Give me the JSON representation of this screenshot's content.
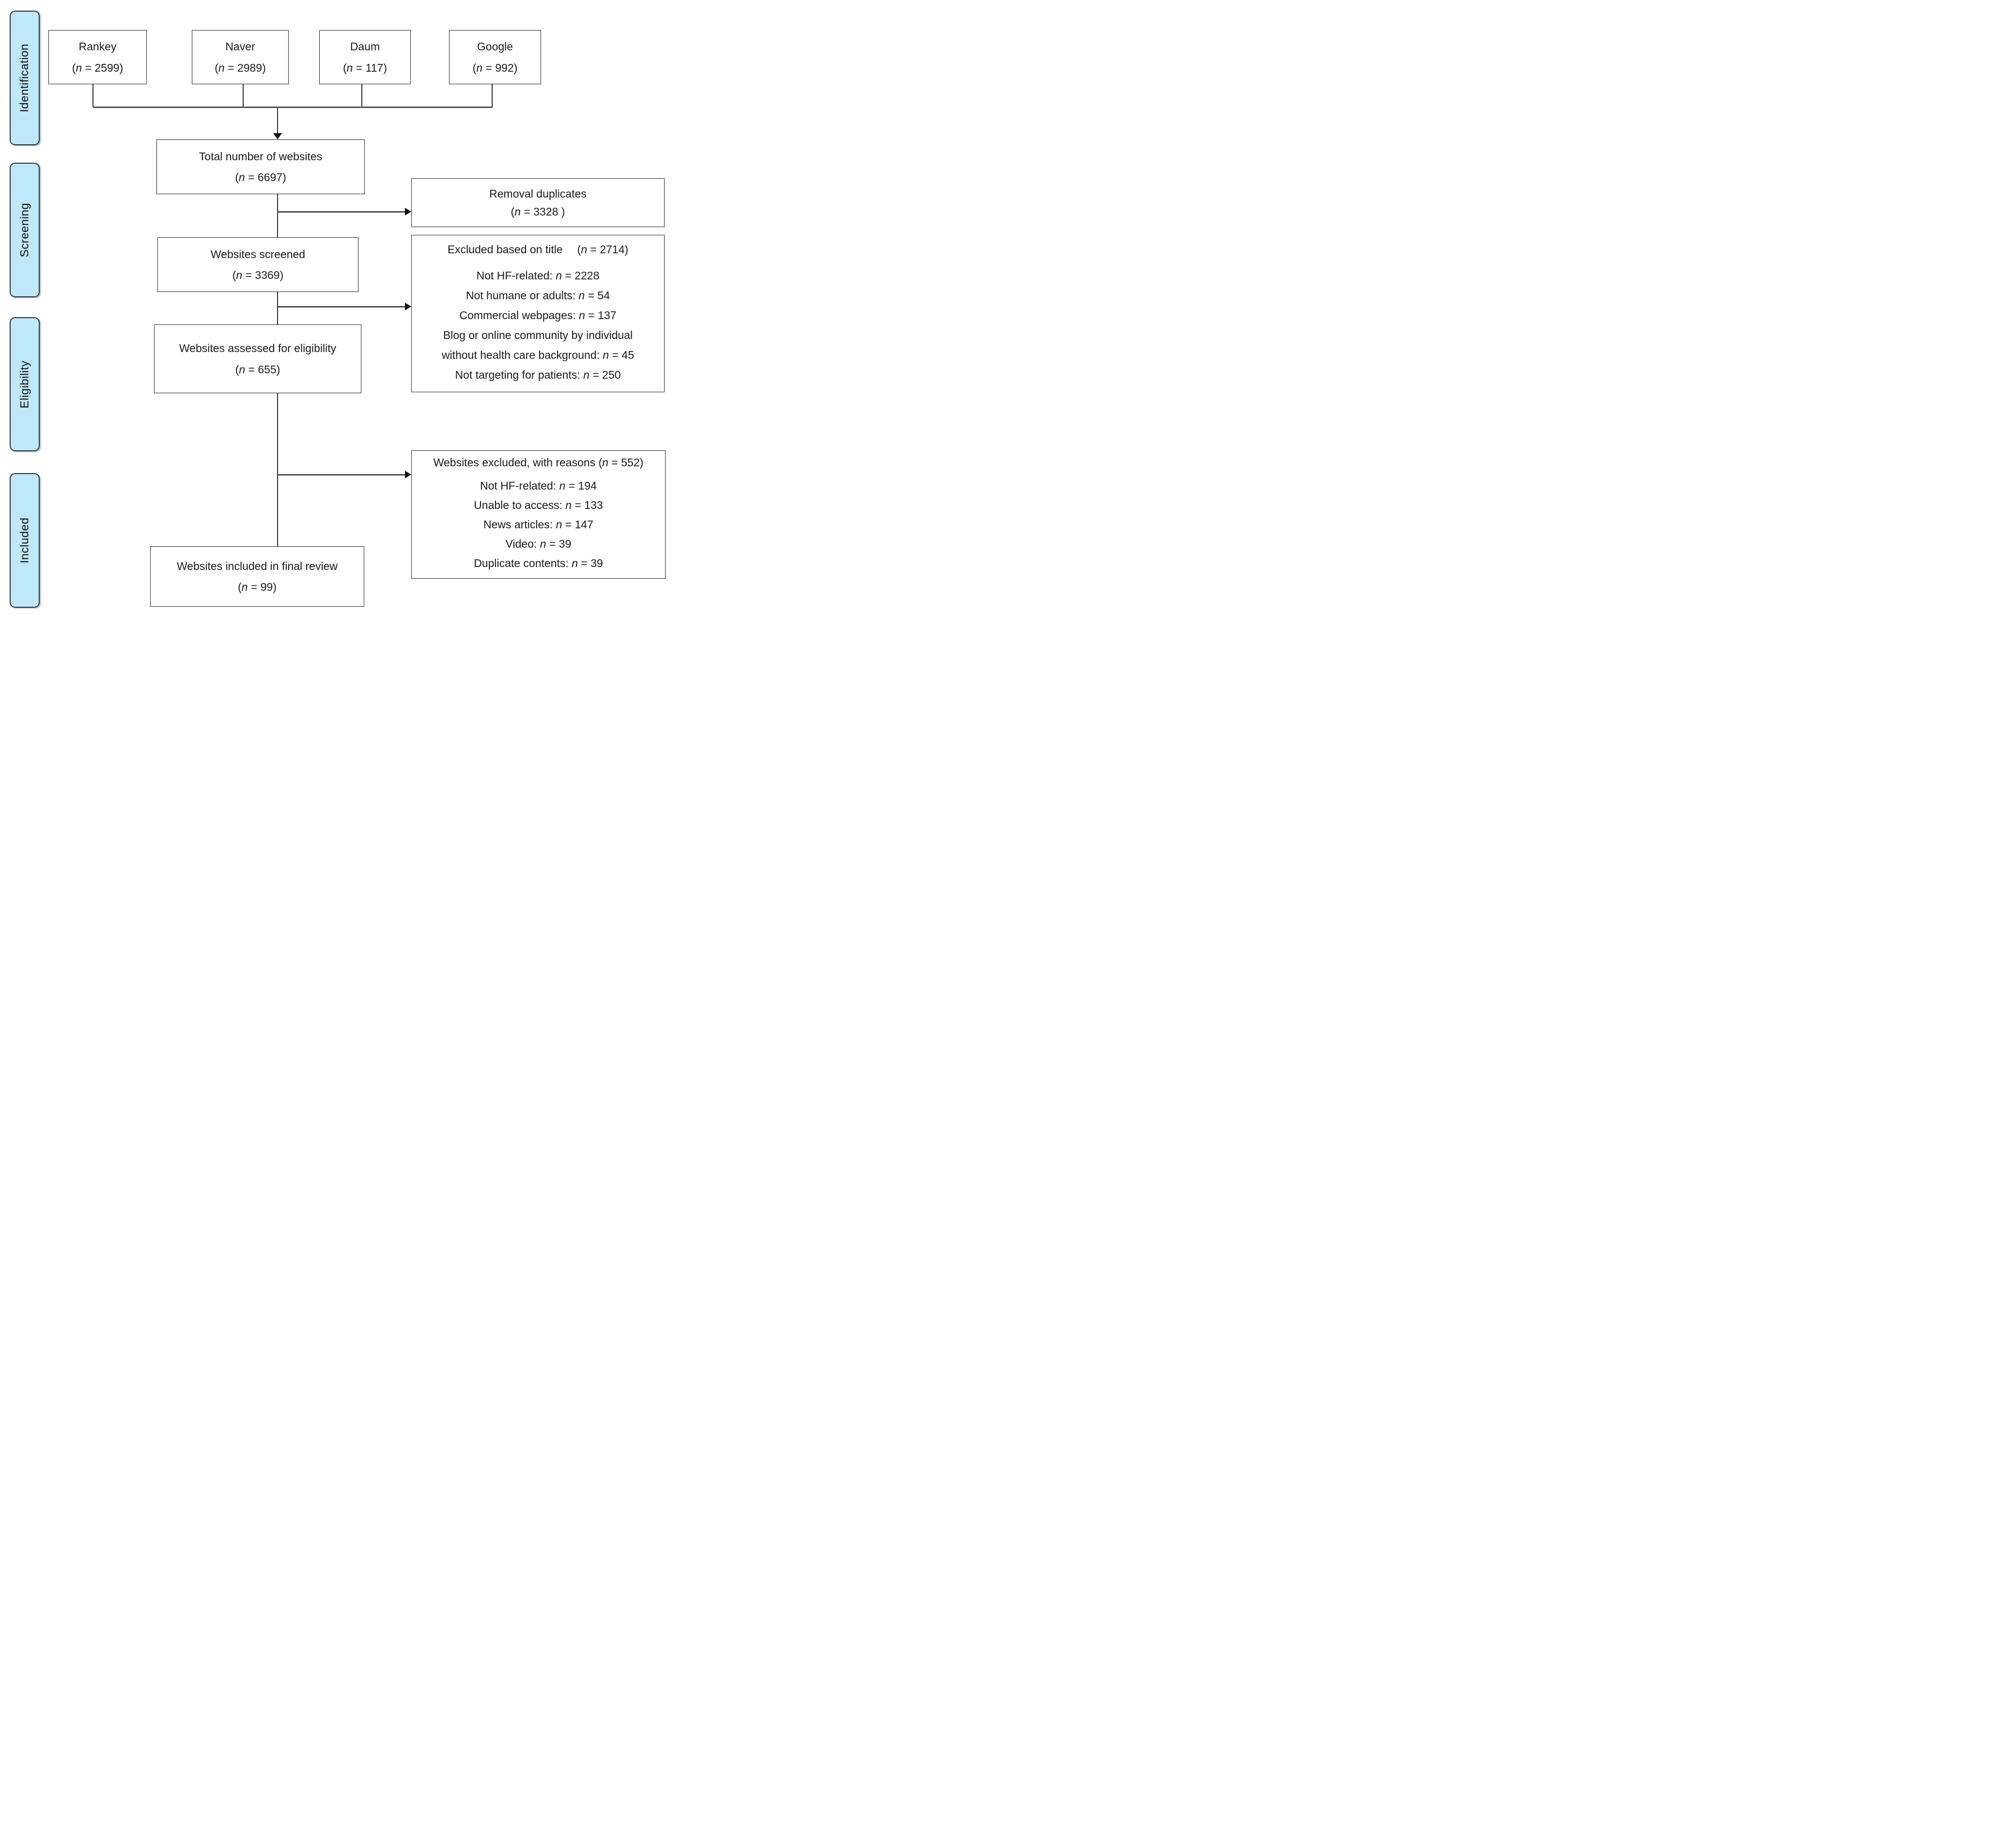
{
  "diagram": {
    "type": "prisma-flow",
    "palette": {
      "stage_fill": "#bfe8fa",
      "stage_border": "#252e3a",
      "box_border": "#1f1f1f",
      "line_color": "#4d4d4d",
      "background": "#ffffff"
    },
    "stages": [
      {
        "label": "Identification"
      },
      {
        "label": "Screening"
      },
      {
        "label": "Eligibility"
      },
      {
        "label": "Included"
      }
    ],
    "sources": [
      {
        "name": "Rankey",
        "n_label": "(n = 2599)"
      },
      {
        "name": "Naver",
        "n_label": "(n = 2989)"
      },
      {
        "name": "Daum",
        "n_label": "(n = 117)"
      },
      {
        "name": "Google",
        "n_label": "(n = 992)"
      }
    ],
    "flow": {
      "total": {
        "title": "Total number of websites",
        "n_label": "(n = 6697)"
      },
      "screened": {
        "title": "Websites screened",
        "n_label": "(n = 3369)"
      },
      "assessed": {
        "title": "Websites assessed for eligibility",
        "n_label": "(n = 655)"
      },
      "final": {
        "title": "Websites included in final review",
        "n_label": "(n = 99)"
      }
    },
    "side": {
      "removal": {
        "title": "Removal duplicates",
        "n_label": "(n = 3328 )"
      },
      "excluded_title": {
        "heading": "Excluded based on title",
        "heading_n": "(n = 2714)",
        "reason_lines": [
          "Not HF-related: n = 2228",
          "Not humane or adults: n = 54",
          "Commercial webpages: n = 137",
          "Blog or online community by individual",
          "without health care background: n = 45",
          "Not targeting for patients: n = 250"
        ]
      },
      "excluded_reasons": {
        "heading": "Websites excluded, with reasons (n = 552)",
        "reason_lines": [
          "Not HF-related: n = 194",
          "Unable to access: n = 133",
          "News articles: n = 147",
          "Video: n = 39",
          "Duplicate contents: n = 39"
        ]
      }
    }
  }
}
